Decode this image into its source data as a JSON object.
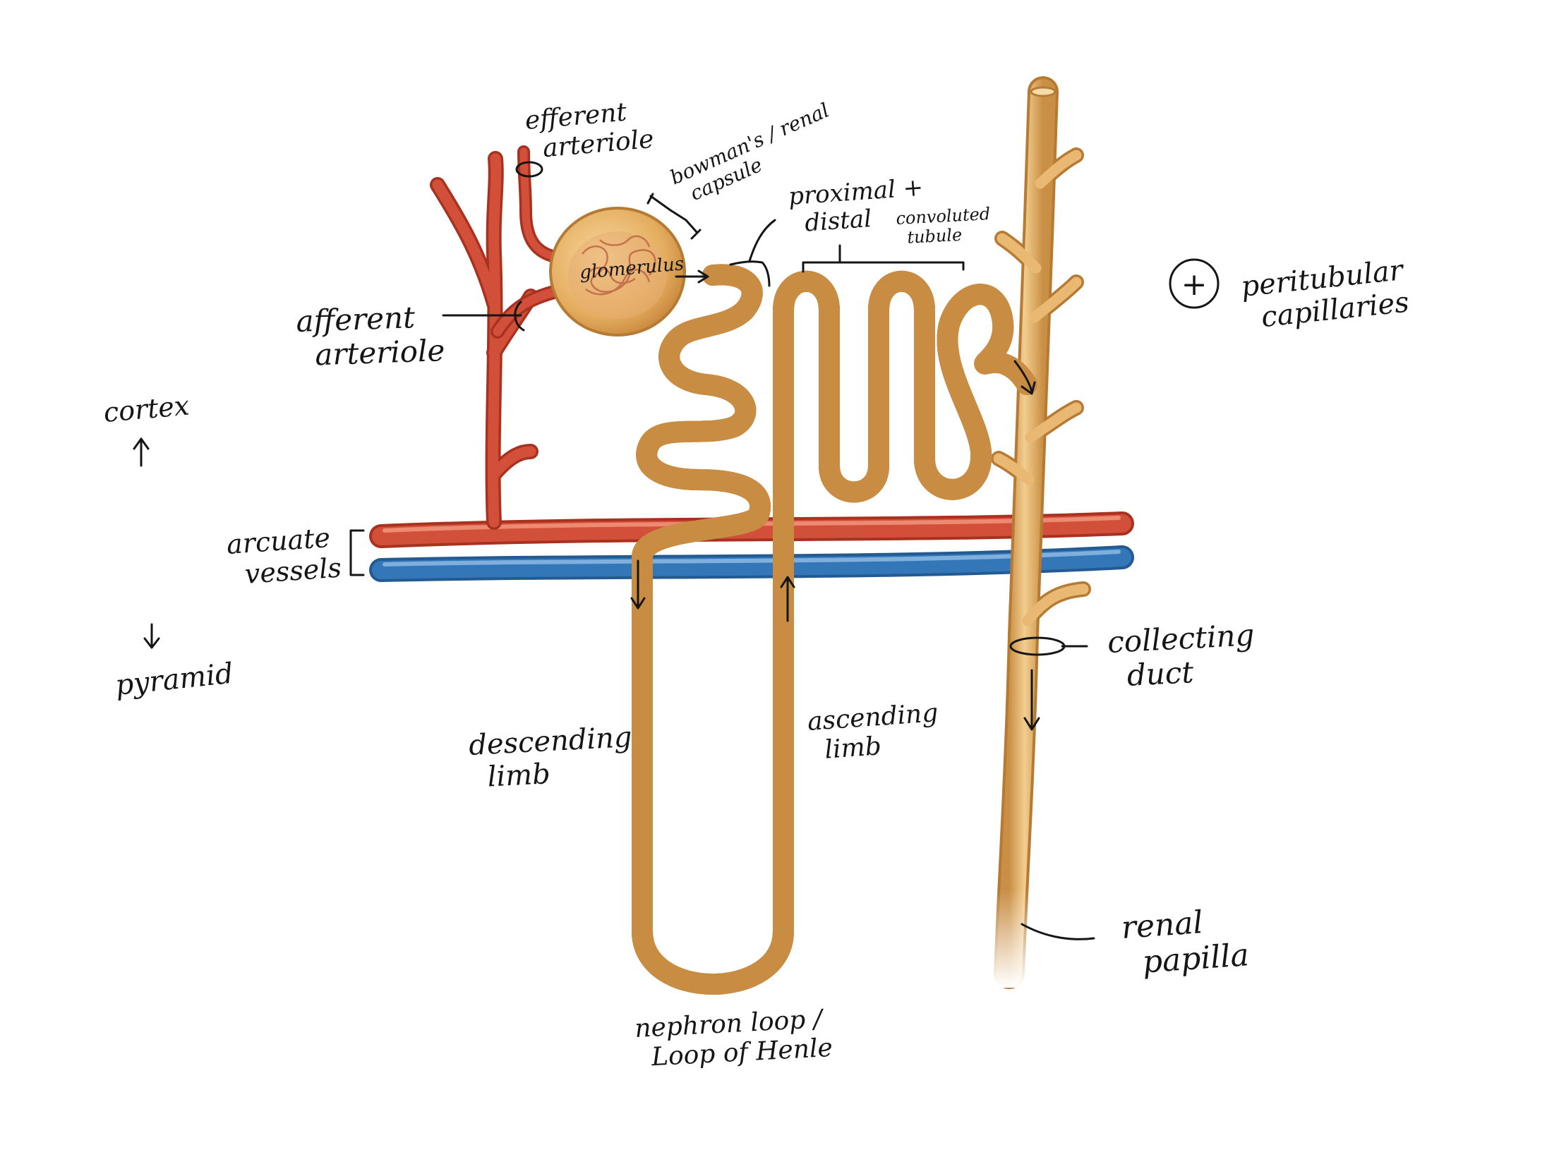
{
  "labels": {
    "efferent": "efferent\narteriole",
    "bowmans": "bowman's / renal\ncapsule",
    "proximal": "proximal +\ndistal",
    "convoluted": "convoluted\ntubule",
    "glomerulus": "glomerulus",
    "afferent": "afferent\narteriole",
    "peritubular": "peritubular\ncapillaries",
    "plus_symbol": "+",
    "cortex": "cortex",
    "arcuate": "arcuate\nvessels",
    "pyramid": "pyramid",
    "collecting": "collecting\nduct",
    "descending": "descending\nlimb",
    "ascending": "ascending\nlimb",
    "renal_papilla": "renal\npapilla",
    "nephron_loop": "nephron loop /\nLoop of Henle"
  },
  "colors": {
    "artery": "#c9432f",
    "artery_light": "#e7725a",
    "vein": "#2f6aa5",
    "vein_light": "#5c97cf",
    "tubule": "#e3b169",
    "tubule_light": "#f6dcab",
    "duct": "#dea55a",
    "duct_light": "#f2cd8f",
    "capsule": "#e9b86f",
    "ink": "#151515"
  }
}
